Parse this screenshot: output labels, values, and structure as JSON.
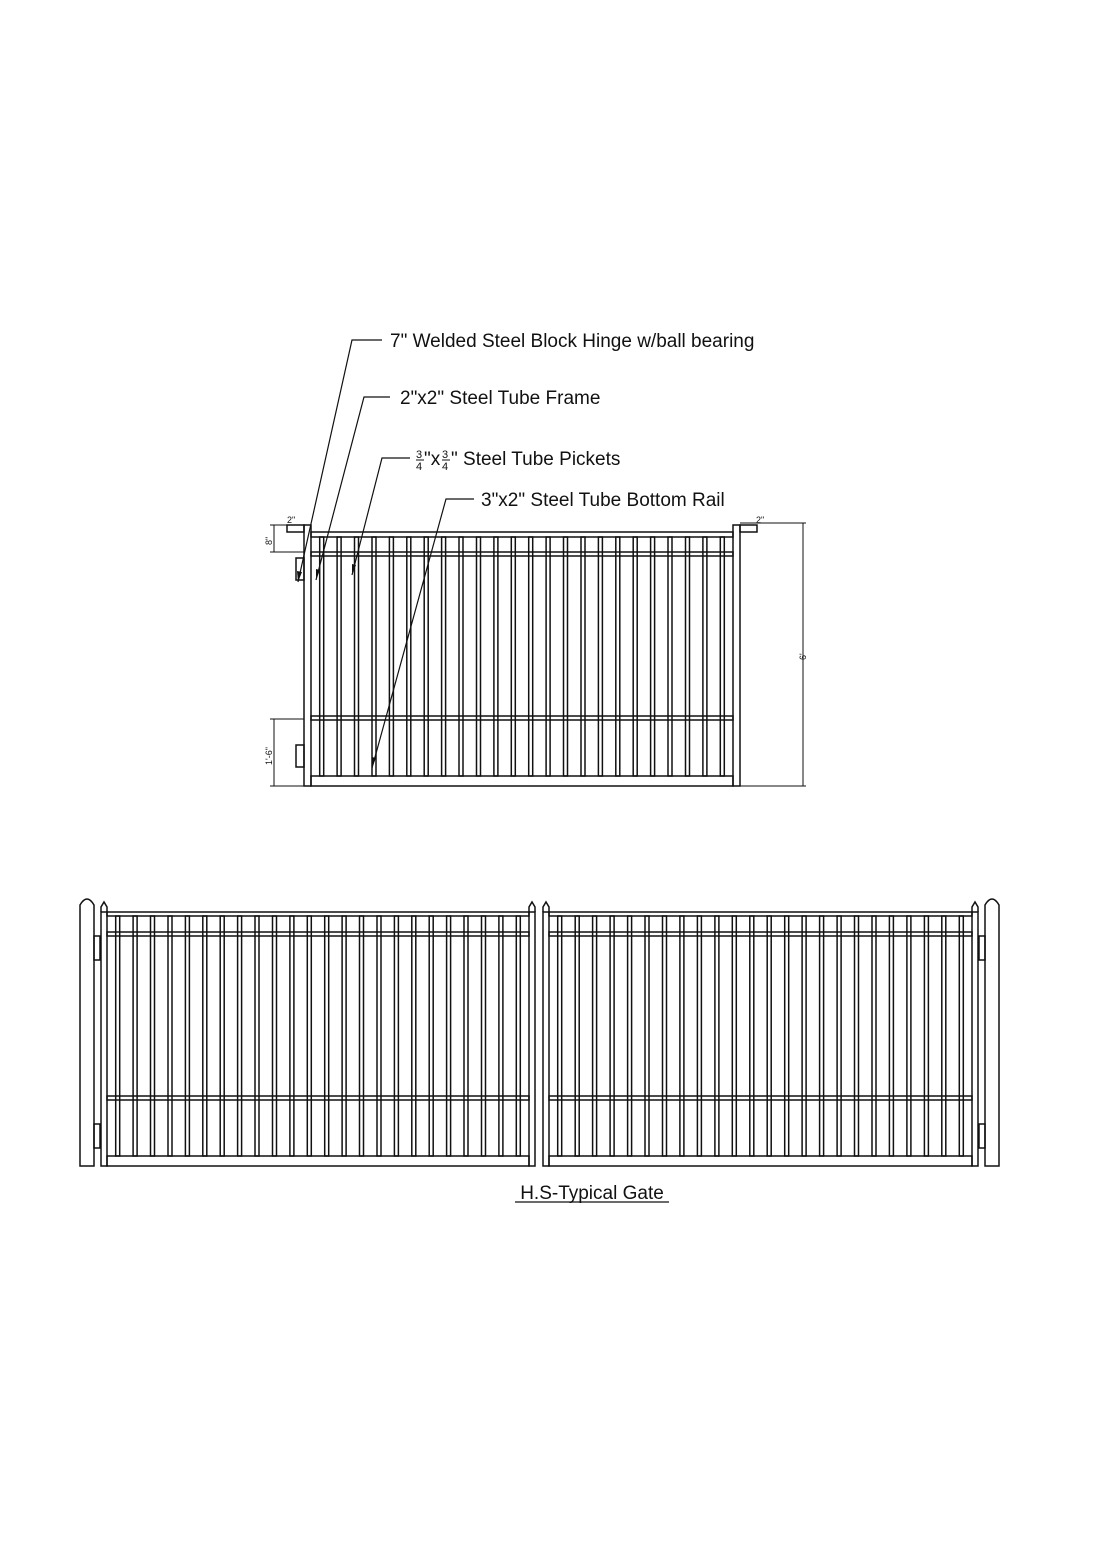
{
  "callouts": {
    "hinge": "7\" Welded Steel Block Hinge w/ball bearing",
    "frame": "2\"x2\" Steel Tube Frame",
    "pickets_num1": "3",
    "pickets_den1": "4",
    "pickets_x": "\"x",
    "pickets_num2": "3",
    "pickets_den2": "4",
    "pickets_text": "\" Steel Tube Pickets",
    "bottom_rail": "3\"x2\" Steel Tube Bottom Rail"
  },
  "dimensions": {
    "post_width_left": "2\"",
    "post_width_right": "2\"",
    "top_offset": "8\"",
    "bottom_offset": "1'-6\"",
    "height": "6'"
  },
  "caption": "H.S-Typical Gate",
  "colors": {
    "line": "#111111",
    "background": "#ffffff"
  }
}
